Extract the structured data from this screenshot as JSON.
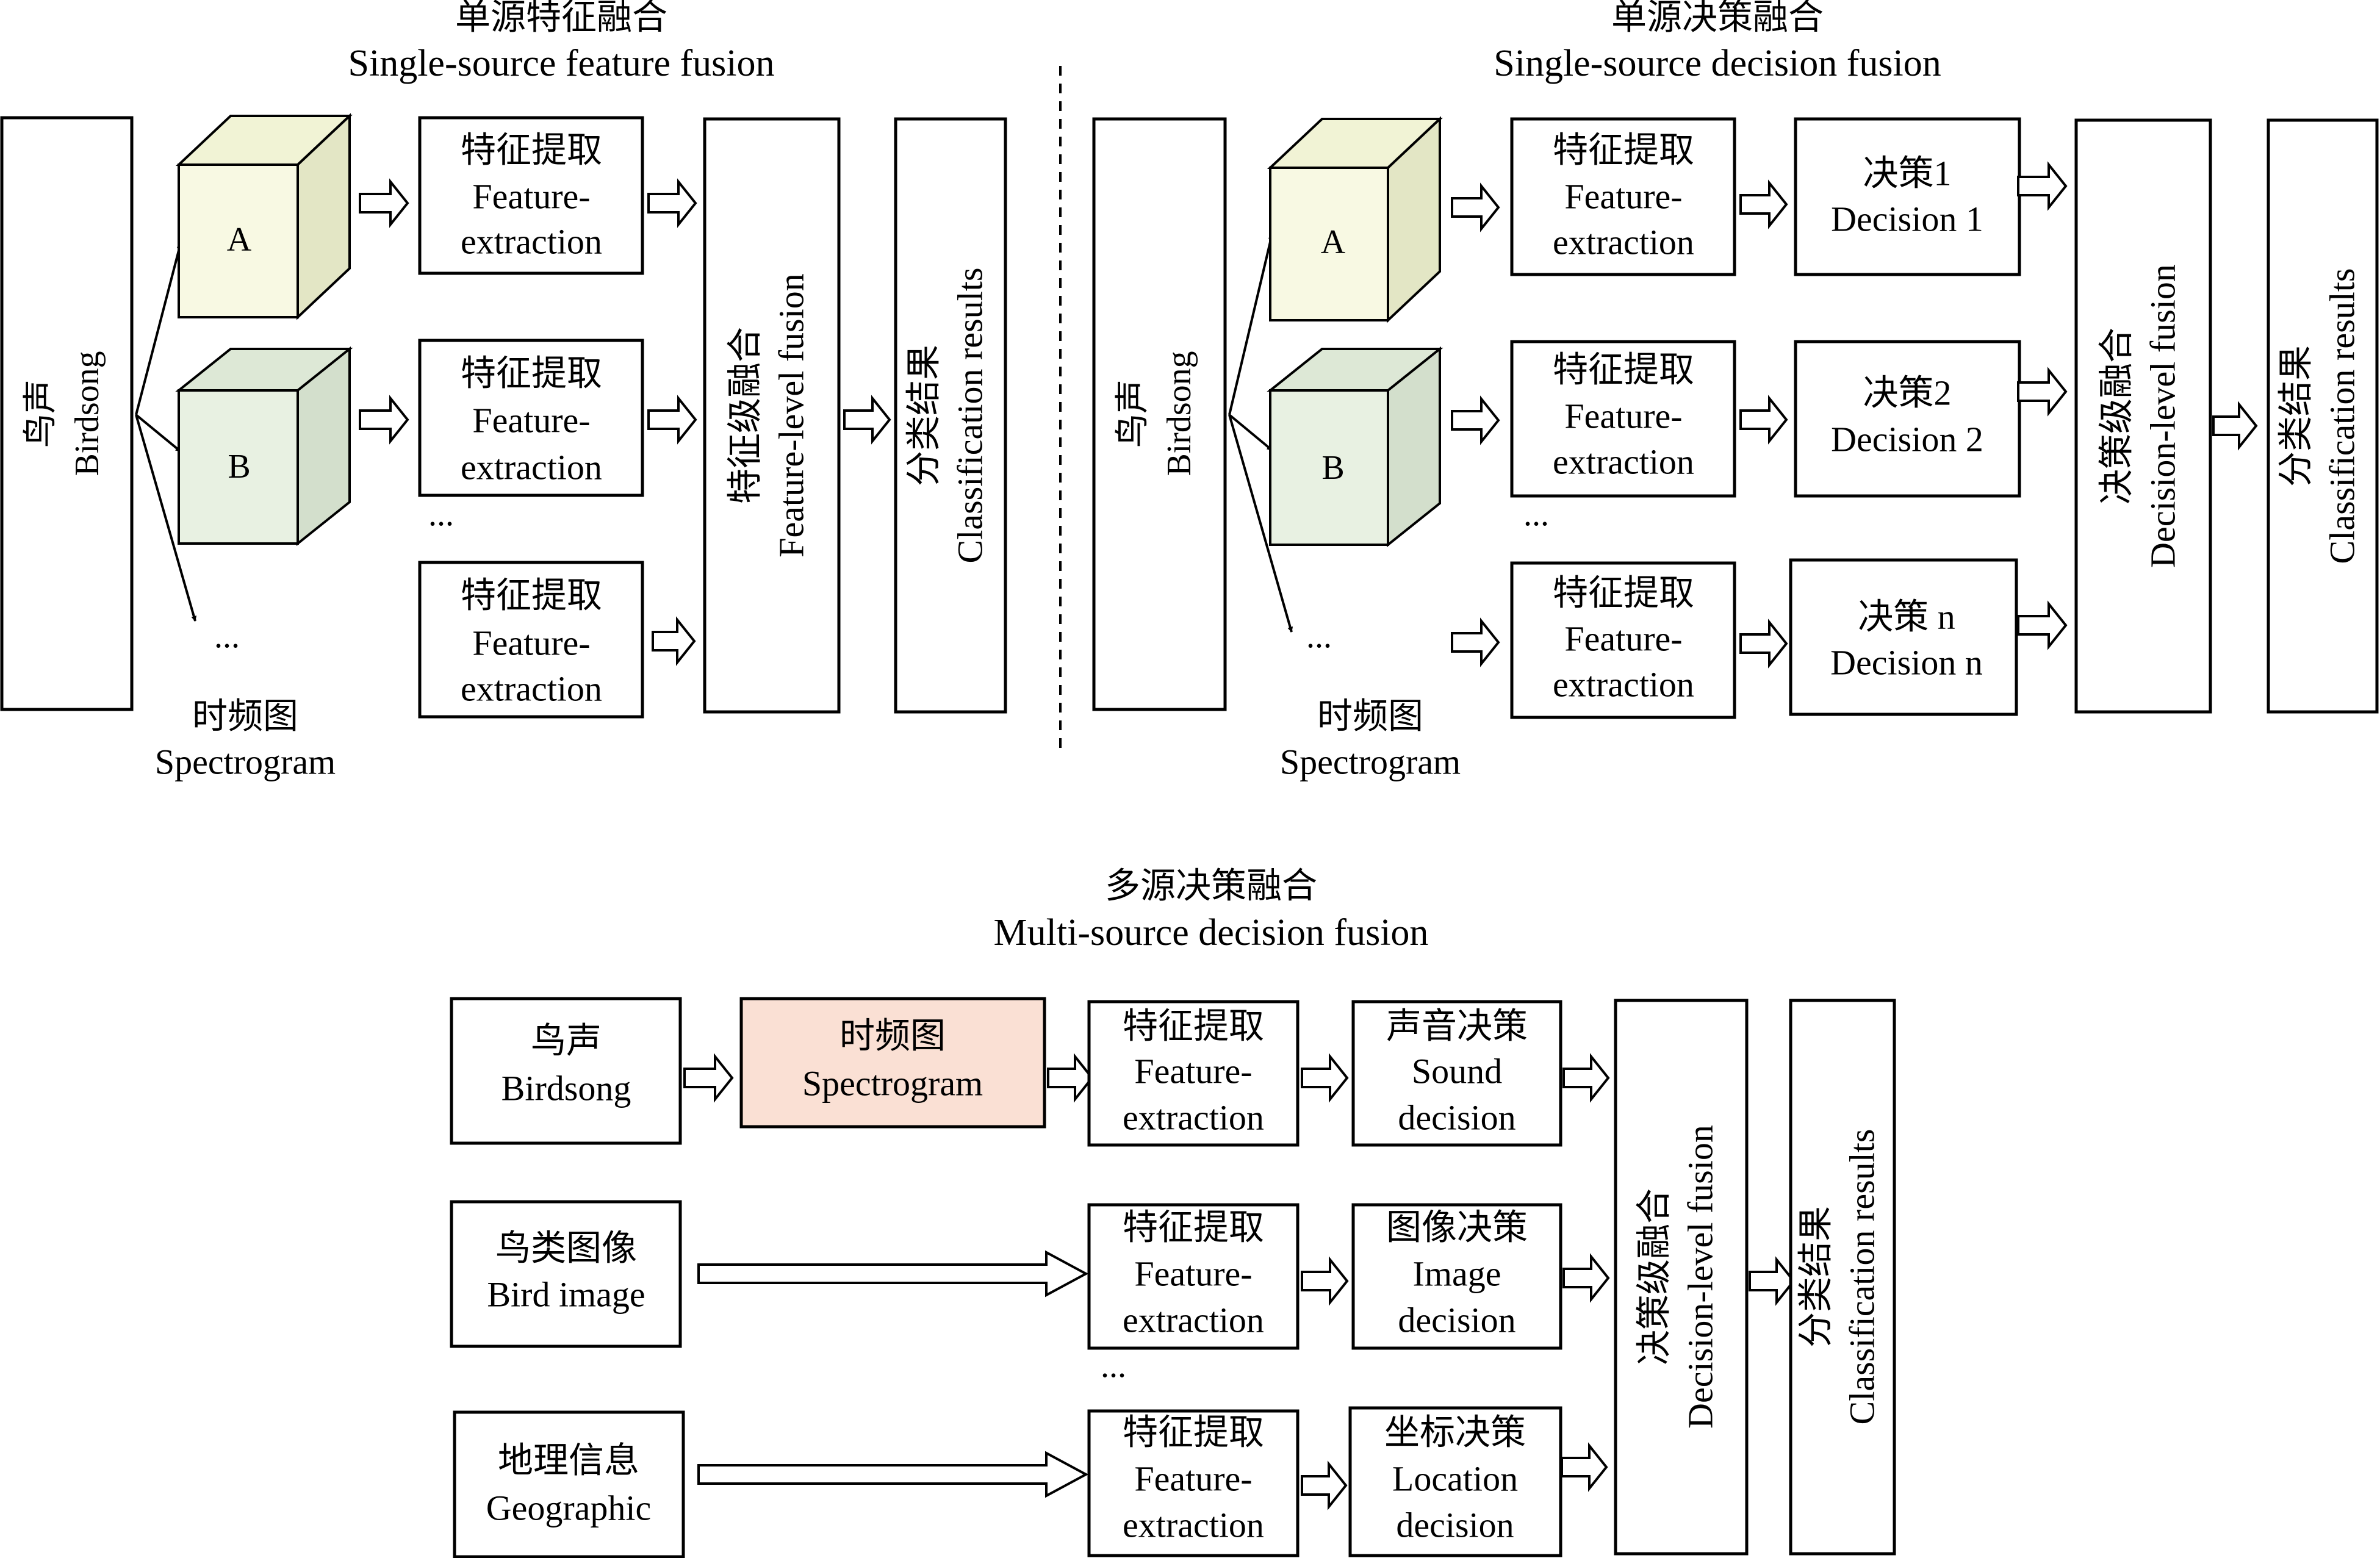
{
  "sections": {
    "single_feature_title_cn": "单源特征融合",
    "single_feature_title_en": "Single-source feature fusion",
    "single_decision_title_cn": "单源决策融合",
    "single_decision_title_en": "Single-source decision fusion",
    "multi_decision_title_cn": "多源决策融合",
    "multi_decision_title_en": "Multi-source decision fusion"
  },
  "labels": {
    "birdsong_cn": "鸟声",
    "birdsong_en": "Birdsong",
    "cube_a": "A",
    "cube_b": "B",
    "ellipsis": "...",
    "spectrogram_cn": "时频图",
    "spectrogram_en": "Spectrogram",
    "feature_cn": "特征提取",
    "feature_en_1": "Feature-",
    "feature_en_2": "extraction",
    "feature_level_cn": "特征级融合",
    "feature_level_en": "Feature-level fusion",
    "classification_cn": "分类结果",
    "classification_en": "Classification results",
    "decision1_cn": "决策1",
    "decision1_en": "Decision 1",
    "decision2_cn": "决策2",
    "decision2_en": "Decision 2",
    "decisionn_cn": "决策 n",
    "decisionn_en": "Decision n",
    "decision_level_cn": "决策级融合",
    "decision_level_en": "Decision-level fusion",
    "bird_image_cn": "鸟类图像",
    "bird_image_en": "Bird image",
    "geographic_cn": "地理信息",
    "geographic_en": "Geographic",
    "sound_decision_cn": "声音决策",
    "sound_decision_en_1": "Sound",
    "sound_decision_en_2": "decision",
    "image_decision_cn": "图像决策",
    "image_decision_en_1": "Image",
    "image_decision_en_2": "decision",
    "location_decision_cn": "坐标决策",
    "location_decision_en_1": "Location",
    "location_decision_en_2": "decision"
  },
  "colors": {
    "cube_a": "#f8f9e3",
    "cube_b": "#e8f1e2",
    "spectrogram_box": "#fae0d4",
    "stroke": "#000000"
  }
}
